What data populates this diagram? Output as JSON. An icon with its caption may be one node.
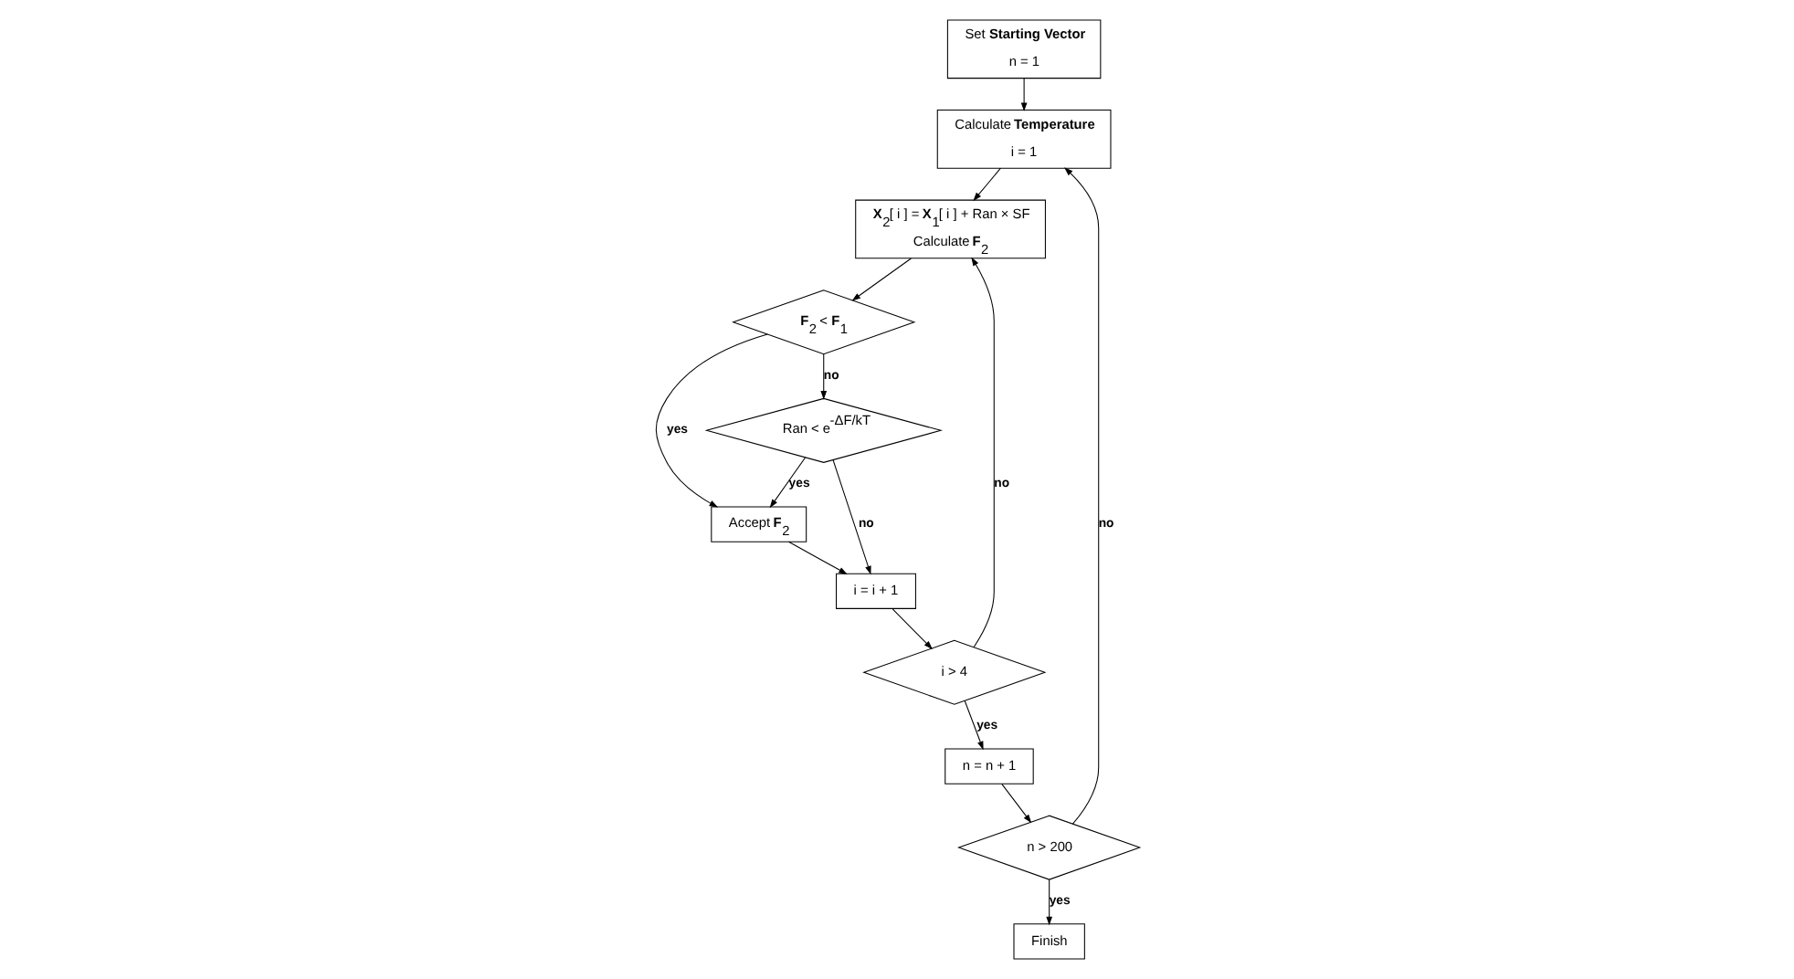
{
  "diagram": {
    "nodes": [
      {
        "text": [
          "Set **Starting Vector**",
          "n = 1"
        ]
      },
      {
        "text": [
          "Calculate **Temperature**",
          "i = 1"
        ]
      },
      {
        "text": [
          "**X**$_{2}$[ i ] = **X**$_{1}$[ i ] + Ran × SF",
          "Calculate **F**$_{2}$"
        ]
      },
      {
        "text": [
          "**F**$_{2}$ < **F**$_{1}$"
        ]
      },
      {
        "text": [
          "Accept **F**$_{2}$"
        ]
      },
      {
        "text": [
          "Ran < e$^{-ΔF/kT}$"
        ]
      },
      {
        "text": [
          "i = i + 1"
        ]
      },
      {
        "text": [
          "i > 4"
        ]
      },
      {
        "text": [
          "n = n + 1"
        ]
      },
      {
        "text": [
          "n > 200"
        ]
      },
      {
        "text": [
          "Finish"
        ]
      }
    ],
    "edges": [
      {
        "from": 0,
        "to": 1,
        "arrow": "to"
      },
      {
        "from": 1,
        "to": 2,
        "arrow": "to"
      },
      {
        "from": 2,
        "to": 3,
        "arrow": "to"
      },
      {
        "from": 3,
        "to": 4,
        "arrow": "to",
        "label": "yes"
      },
      {
        "from": 3,
        "to": 5,
        "arrow": "to",
        "label": "no"
      },
      {
        "from": 5,
        "to": 4,
        "arrow": "to",
        "label": "yes"
      },
      {
        "from": 5,
        "to": 6,
        "arrow": "to",
        "label": "no"
      },
      {
        "from": 4,
        "to": 6,
        "arrow": "to"
      },
      {
        "from": 6,
        "to": 7,
        "arrow": "to"
      },
      {
        "from": 7,
        "to": 2,
        "arrow": "to",
        "label": "no"
      },
      {
        "from": 7,
        "to": 8,
        "arrow": "to",
        "label": "yes"
      },
      {
        "from": 8,
        "to": 9,
        "arrow": "to"
      },
      {
        "from": 9,
        "to": 1,
        "arrow": "to",
        "label": "no"
      },
      {
        "from": 9,
        "to": 10,
        "arrow": "to",
        "label": "yes"
      }
    ]
  }
}
